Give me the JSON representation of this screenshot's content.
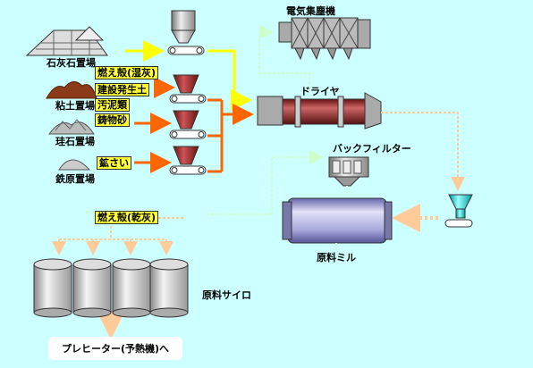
{
  "materials": {
    "limestone_yard": "石灰石置場",
    "clay_yard": "粘土置場",
    "silica_yard": "珪石置場",
    "iron_yard": "鉄原置場"
  },
  "feeds": {
    "fly_ash_wet": "燃え殻(湿灰)",
    "construction_soil": "建設発生土",
    "sludge": "汚泥類",
    "foundry_sand": "鋳物砂",
    "slag": "鉱さい",
    "fly_ash_dry": "燃え殻(乾灰)"
  },
  "equipment": {
    "electrostatic_precipitator": "電気集塵機",
    "dryer": "ドライヤ",
    "bag_filter": "バックフィルター",
    "raw_mill": "原料ミル",
    "raw_silo": "原料サイロ"
  },
  "destination": "プレヒーター(予熱機)へ",
  "colors": {
    "background": "#ccffff",
    "label_box": "#ffff33",
    "yellow_flow": "#ffff00",
    "orange_flow": "#ff6600",
    "light_flow": "#ffcc99",
    "dust_flow": "#ccffcc",
    "dryer_body": "#993333",
    "mill_body": "#9999cc",
    "hopper_red": "#993333",
    "silo": "#cccccc"
  }
}
